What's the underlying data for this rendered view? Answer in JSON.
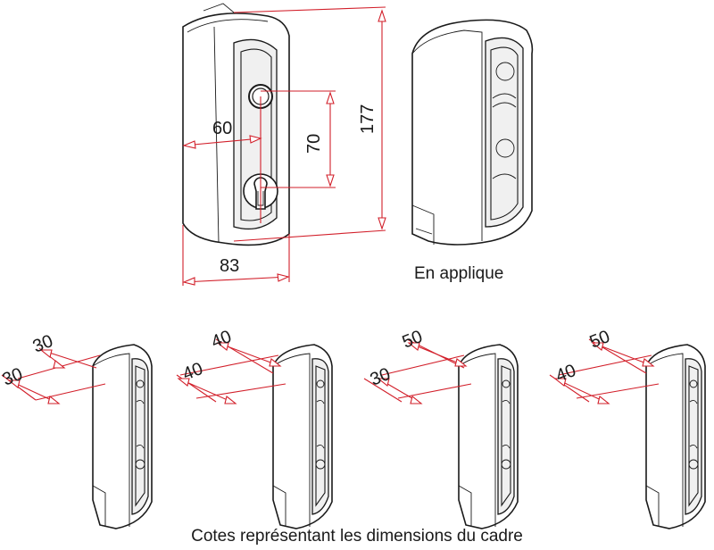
{
  "main_view": {
    "dim_width": "83",
    "dim_height": "177",
    "dim_hole_offset": "60",
    "dim_hole_spacing": "70",
    "label": "En applique"
  },
  "frames": [
    {
      "depth_a": "30",
      "depth_b": "30"
    },
    {
      "depth_a": "40",
      "depth_b": "40"
    },
    {
      "depth_a": "30",
      "depth_b": "50"
    },
    {
      "depth_a": "40",
      "depth_b": "50"
    }
  ],
  "caption": "Cotes représentant les dimensions du cadre",
  "colors": {
    "dimension": "#d21f2a",
    "outline": "#1a1a1a"
  }
}
